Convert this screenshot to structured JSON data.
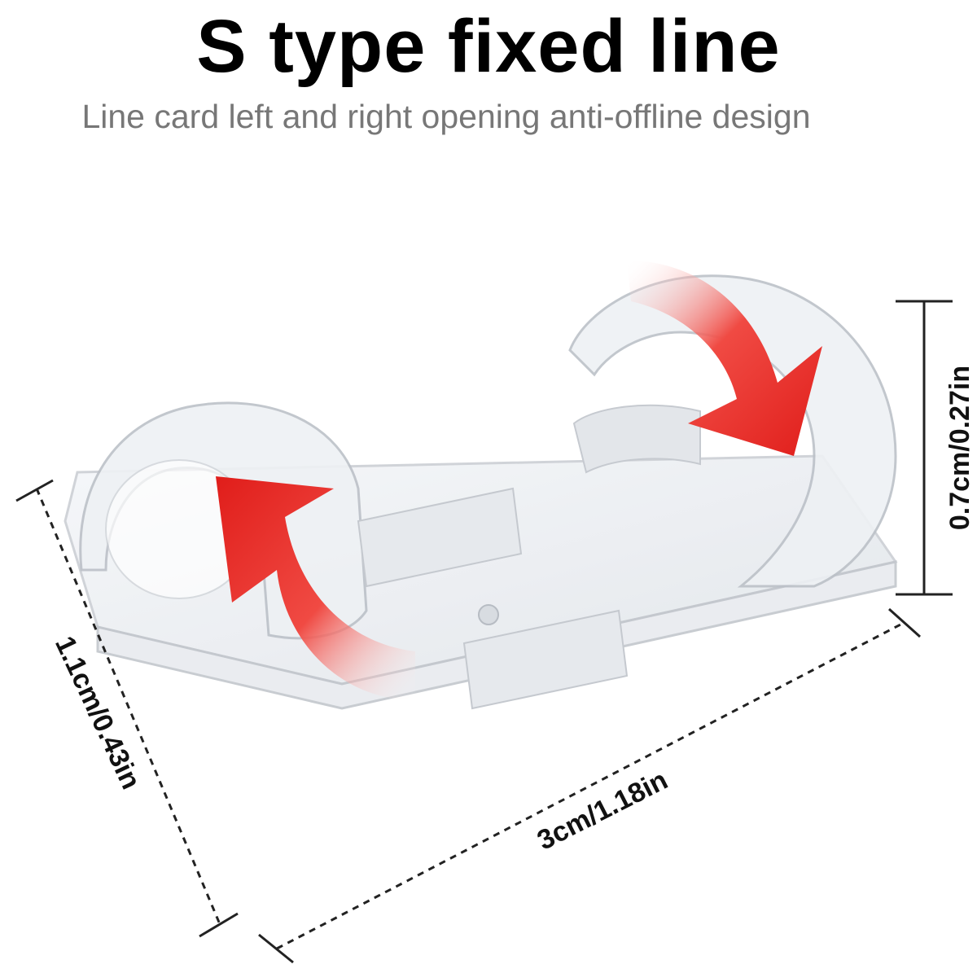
{
  "heading": {
    "title": "S type fixed line",
    "subtitle": "Line card left and right opening anti-offline design"
  },
  "dimensions": {
    "height": "0.7cm/0.27in",
    "length": "3cm/1.18in",
    "width": "1.1cm/0.43in"
  },
  "colors": {
    "arrow": "#e52421",
    "plastic_edge": "#c8ccd2",
    "title": "#000000",
    "subtitle": "#777777"
  }
}
